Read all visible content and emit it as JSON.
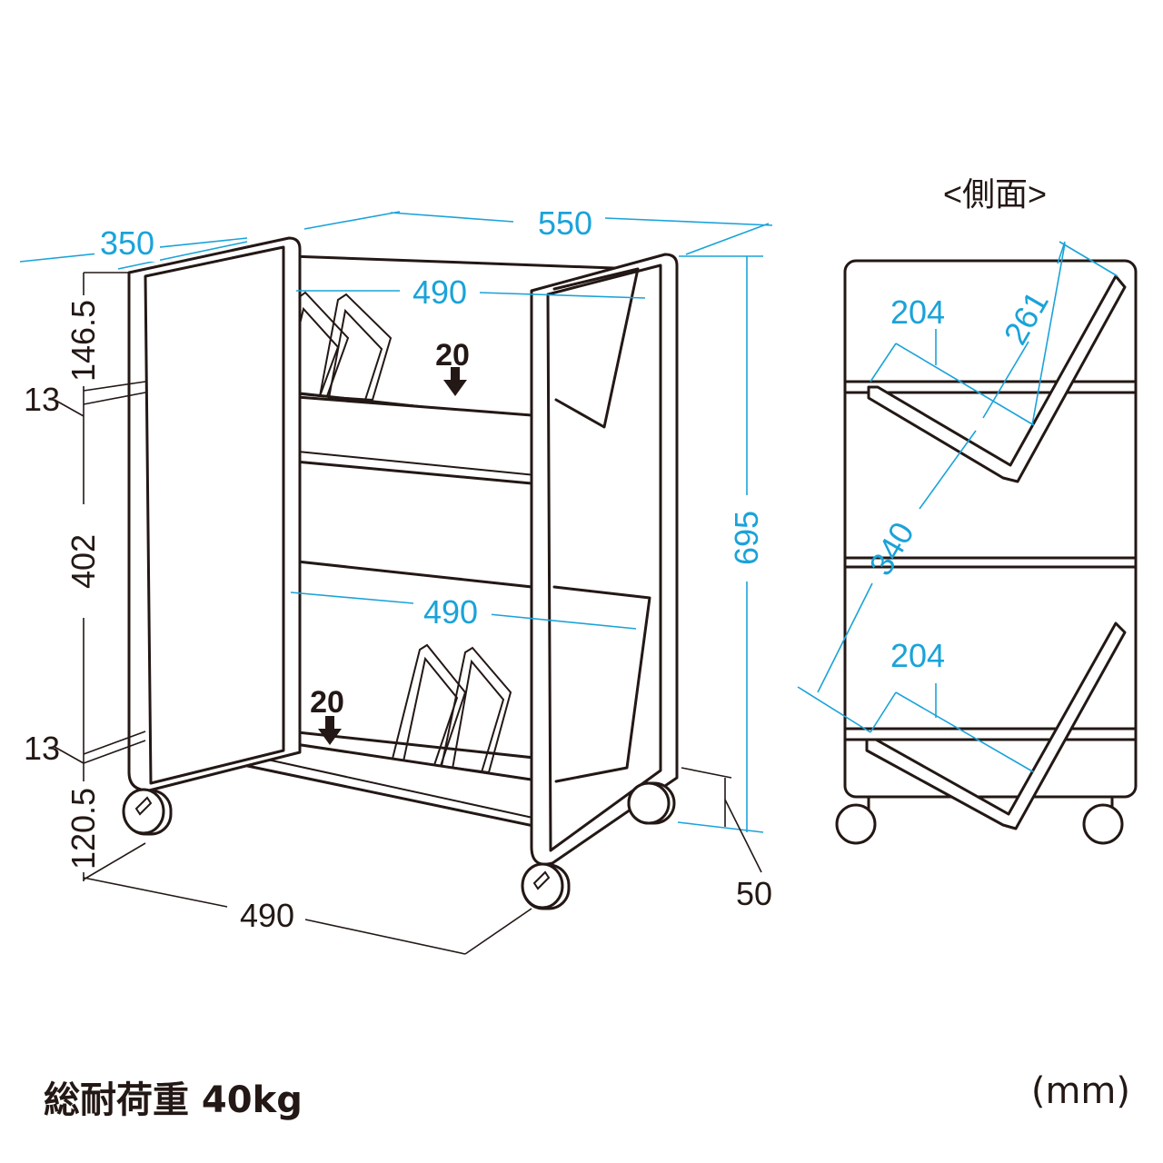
{
  "front_view": {
    "width": "550",
    "depth": "350",
    "height": "695",
    "shelf_width_top": "490",
    "shelf_width_bottom": "490",
    "base_width": "490",
    "top_offset": "146.5",
    "shelf_thickness_top": "13",
    "shelf_spacing": "402",
    "shelf_thickness_bottom": "13",
    "bottom_offset": "120.5",
    "caster_height": "50",
    "divider_step_top": "20",
    "divider_step_bottom": "20"
  },
  "side_view": {
    "title": "<側面>",
    "shelf_depth_top": "204",
    "back_height_top": "261",
    "shelf_spacing": "340",
    "shelf_depth_bottom": "204"
  },
  "footer": {
    "load_capacity": "総耐荷重 40kg",
    "unit": "(mm)"
  },
  "colors": {
    "dimension_line": "#1aa3d9",
    "outline": "#231815"
  }
}
